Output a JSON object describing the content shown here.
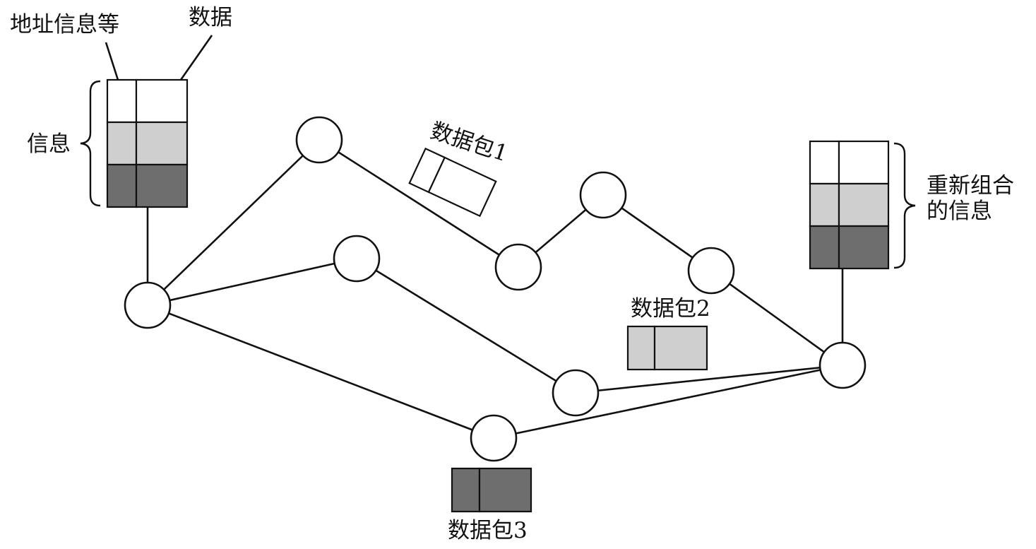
{
  "labels": {
    "address_info": "地址信息等",
    "data": "数据",
    "message": "信息",
    "recombined_line1": "重新组合",
    "recombined_line2": "的信息",
    "packet1": "数据包1",
    "packet2": "数据包2",
    "packet3": "数据包3"
  },
  "colors": {
    "white_row": "#ffffff",
    "light_row": "#cfcfcf",
    "dark_row": "#6e6e6e",
    "stroke": "#111111"
  }
}
